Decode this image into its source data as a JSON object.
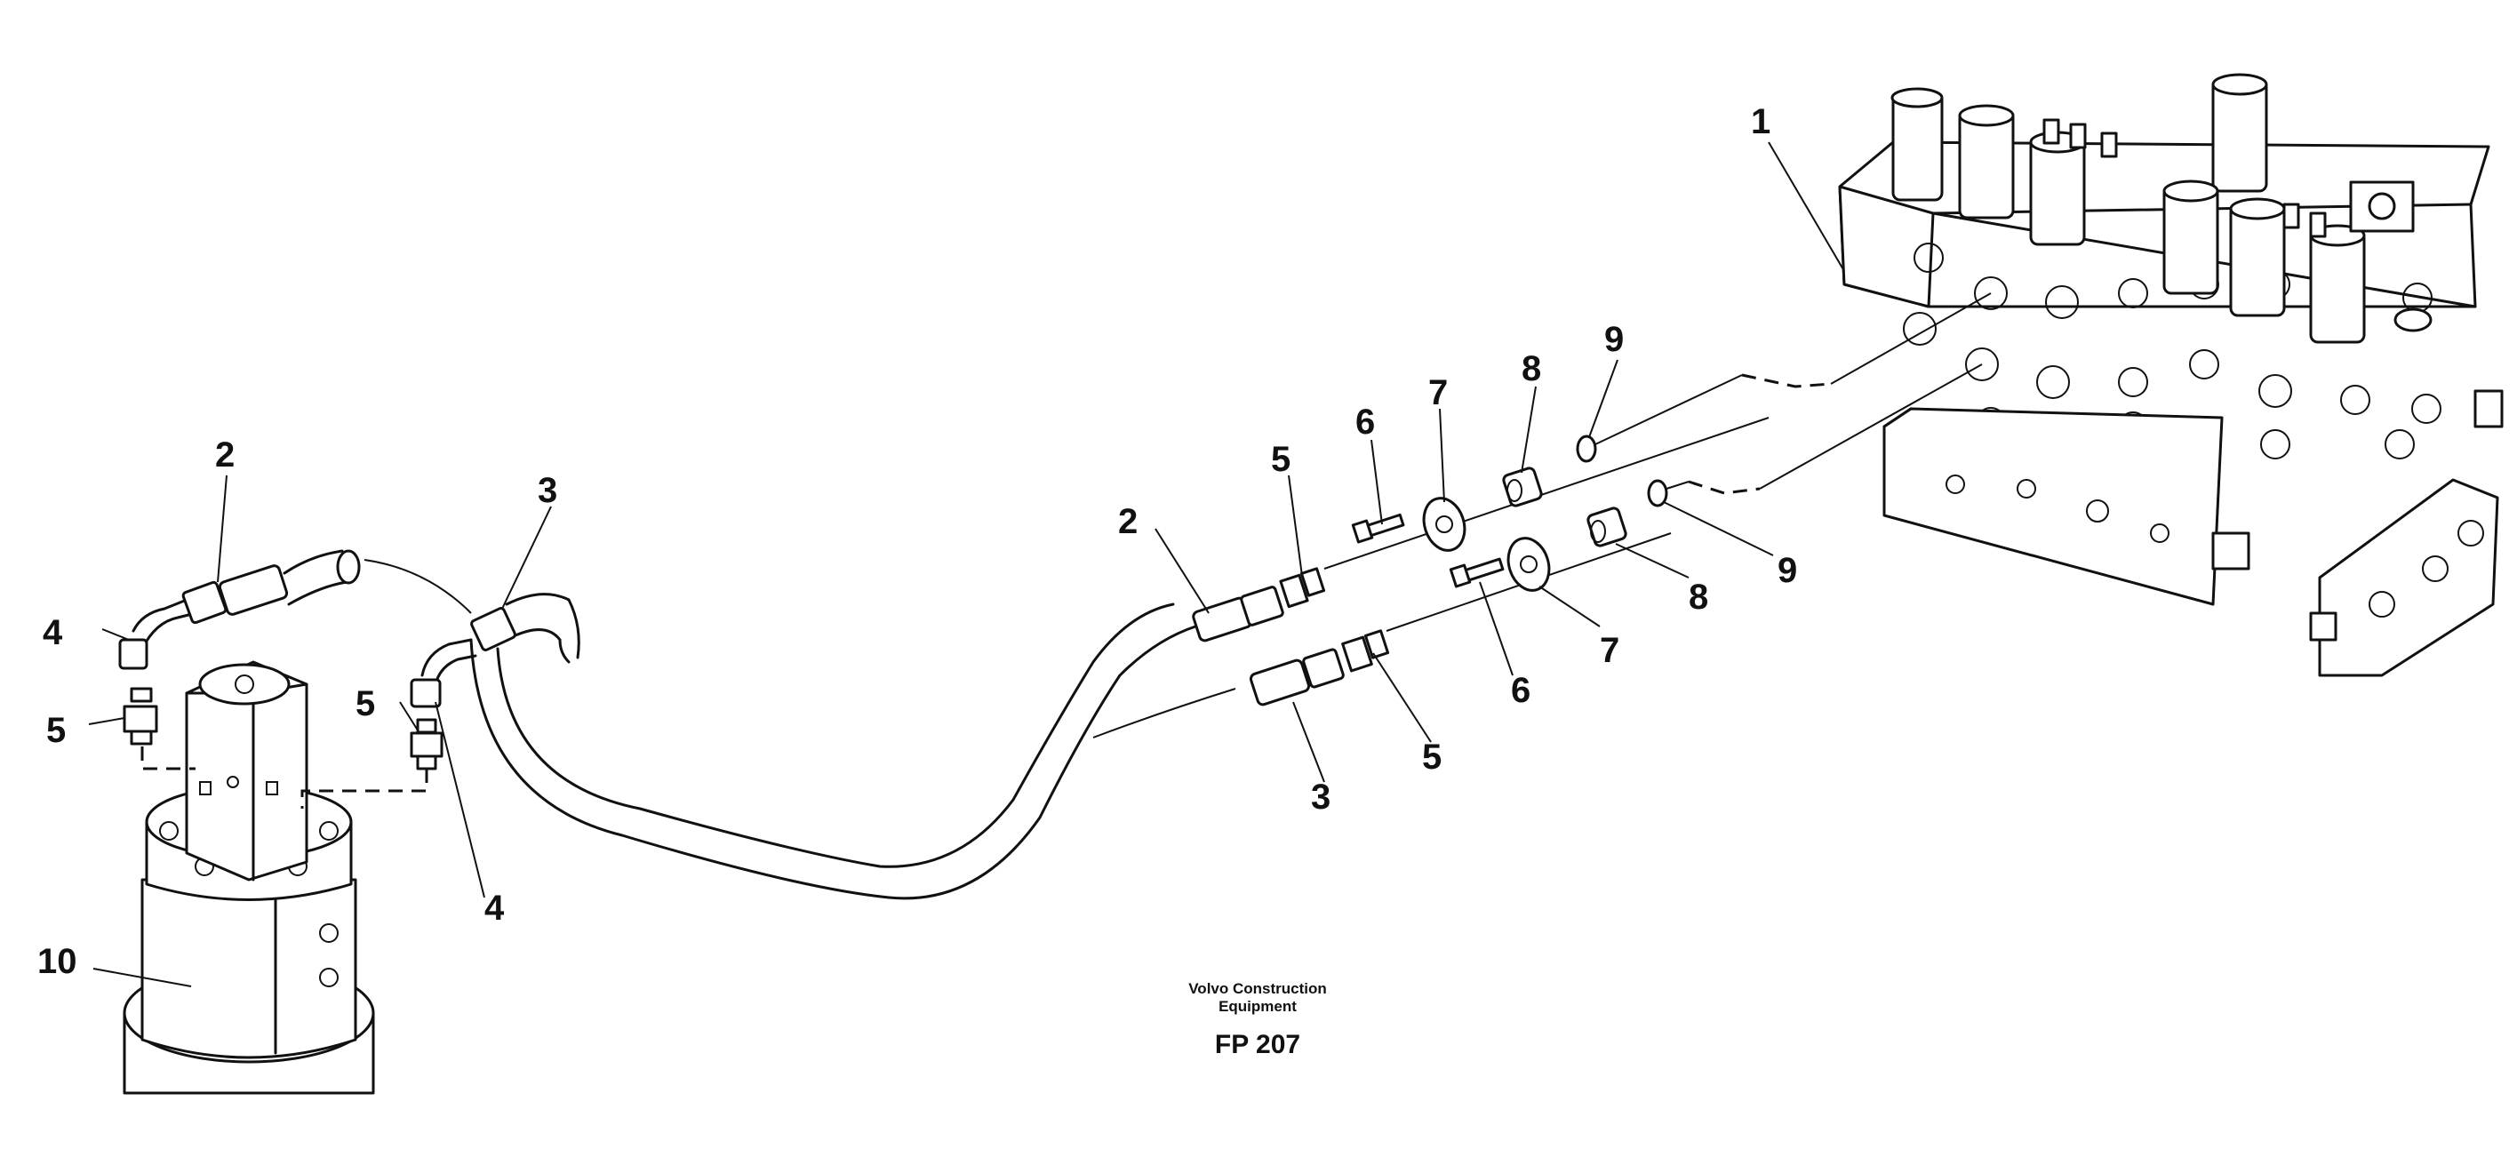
{
  "callouts": {
    "n1": "1",
    "n2": "2",
    "n3": "3",
    "n4": "4",
    "n5": "5",
    "n6": "6",
    "n7": "7",
    "n8": "8",
    "n9": "9",
    "n10": "10"
  },
  "caption": {
    "company_line1": "Volvo Construction",
    "company_line2": "Equipment",
    "figure_code": "FP 207"
  }
}
